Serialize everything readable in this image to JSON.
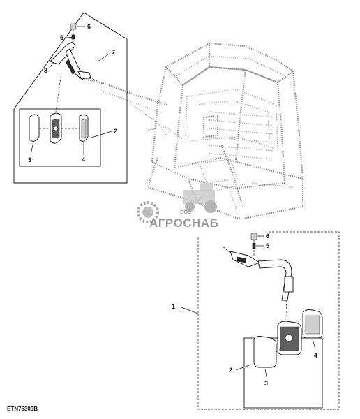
{
  "figure_code": "ETN75309B",
  "watermark": {
    "text": "АГРОСНАБ",
    "small_text": "ООО"
  },
  "callouts": {
    "upper_mirror_assembly": "7",
    "upper_cap": "6",
    "upper_pin": "5",
    "upper_arm": "8",
    "upper_housing": "2",
    "upper_glass": "3",
    "upper_back": "4",
    "lower_mirror_assembly": "1",
    "lower_cap": "6",
    "lower_pin": "5",
    "lower_housing": "2",
    "lower_glass": "3",
    "lower_back": "4"
  }
}
